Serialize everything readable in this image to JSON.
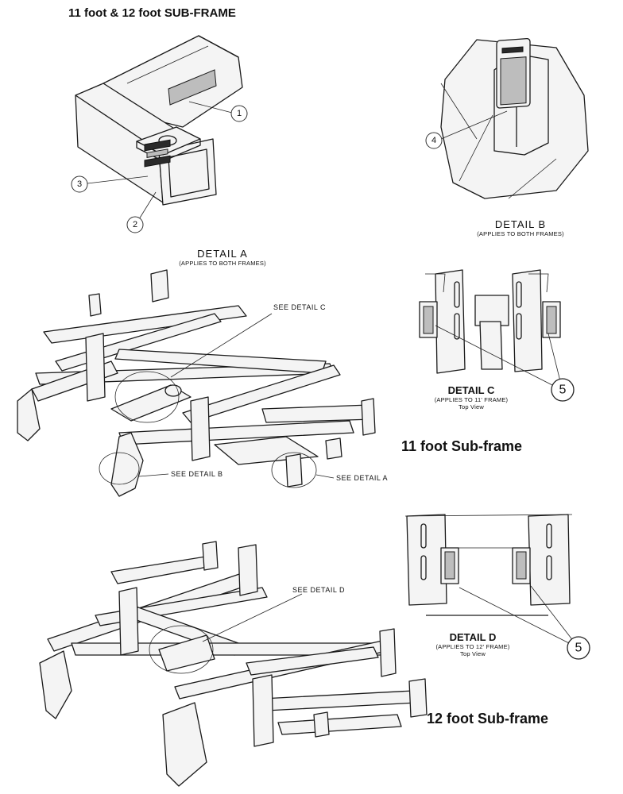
{
  "page_title": "11 foot & 12 foot SUB-FRAME",
  "detail_a": {
    "heading": "DETAIL A",
    "subheading": "(APPLIES TO BOTH FRAMES)"
  },
  "detail_b": {
    "heading": "DETAIL B",
    "subheading": "(APPLIES TO BOTH FRAMES)"
  },
  "detail_c": {
    "heading": "DETAIL C",
    "subheading": "(APPLIES TO 11' FRAME)",
    "view": "Top View"
  },
  "detail_d": {
    "heading": "DETAIL D",
    "subheading": "(APPLIES TO 12' FRAME)",
    "view": "Top View"
  },
  "frames": {
    "eleven": "11 foot Sub-frame",
    "twelve": "12 foot Sub-frame"
  },
  "callouts": {
    "see_detail_a": "SEE DETAIL A",
    "see_detail_b": "SEE DETAIL B",
    "see_detail_c": "SEE DETAIL C",
    "see_detail_d": "SEE DETAIL D"
  },
  "balloons": {
    "b1": "1",
    "b2": "2",
    "b3": "3",
    "b4": "4",
    "b5": "5"
  }
}
